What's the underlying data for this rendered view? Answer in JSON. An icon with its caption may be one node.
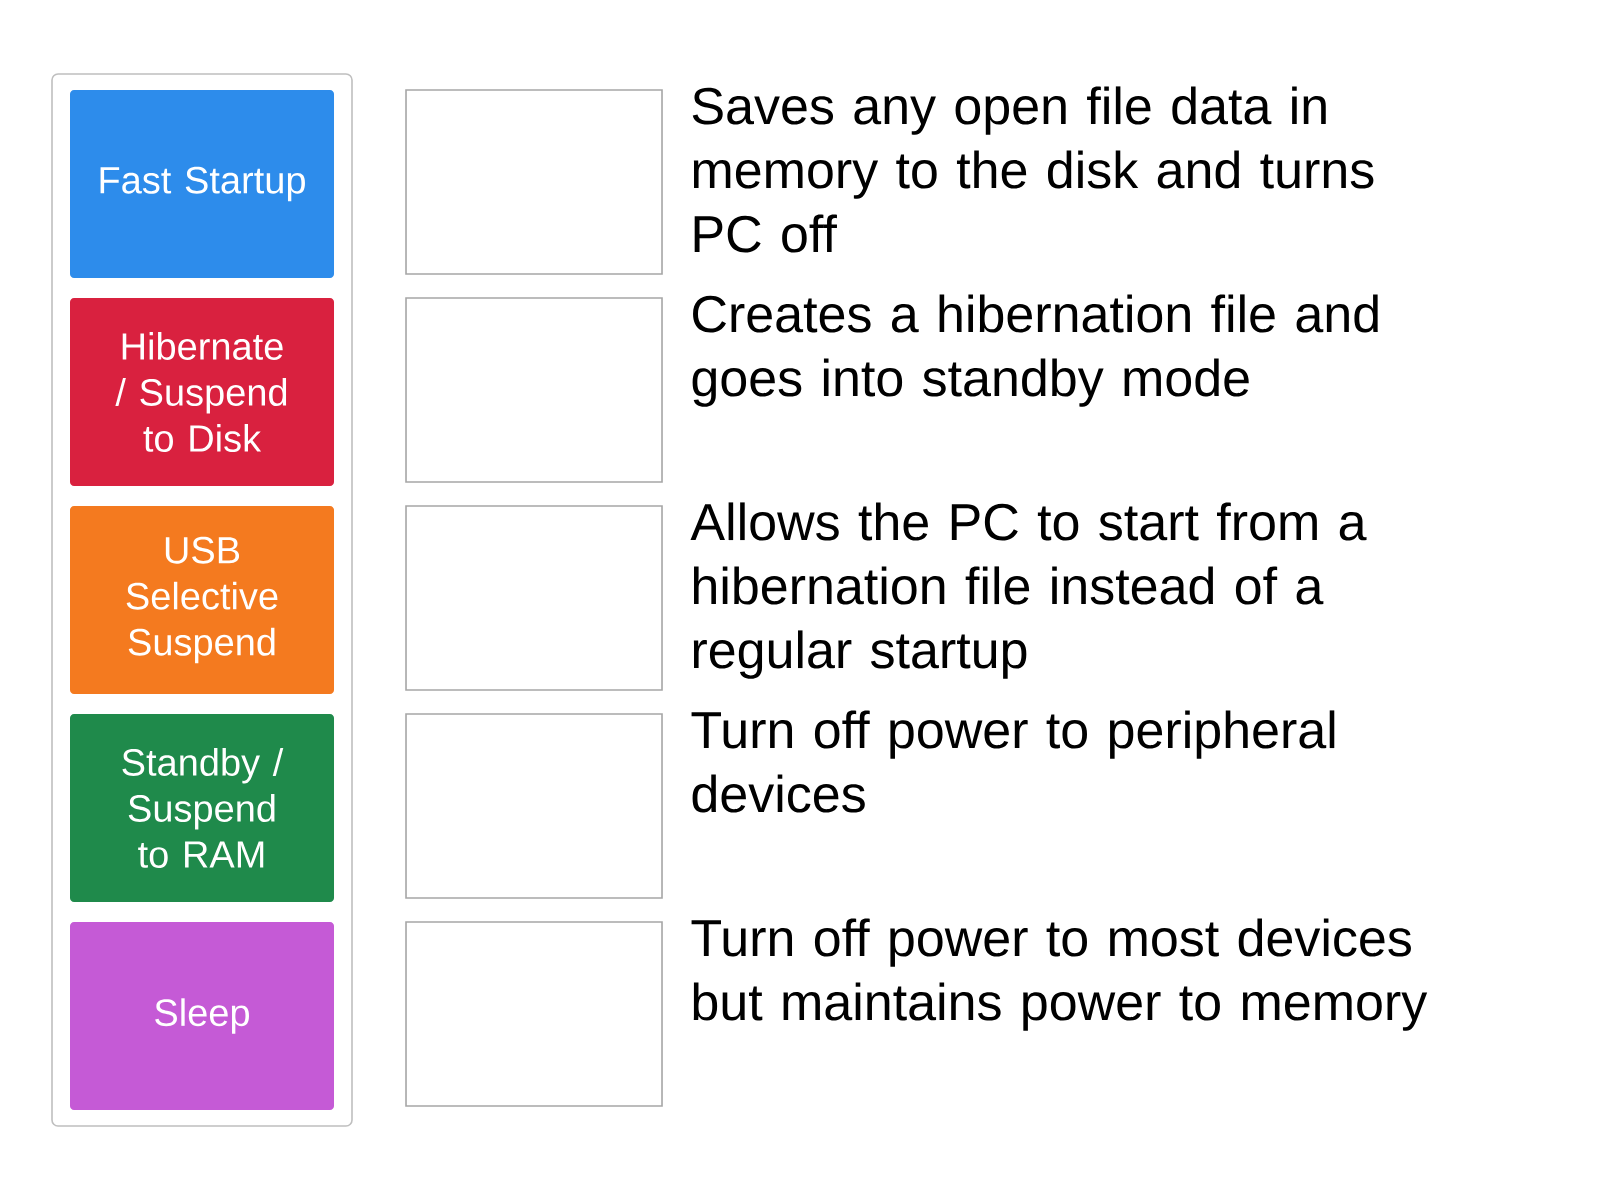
{
  "diagram": {
    "nodes": [
      {
        "text": [],
        "shape": "box"
      },
      {
        "text": [
          "Fast Startup"
        ],
        "in": 0
      },
      {
        "text": [
          "Hibernate / Suspend to Disk"
        ],
        "in": 0
      },
      {
        "text": [
          "USB Selective Suspend"
        ],
        "in": 0
      },
      {
        "text": [
          "Standby / Suspend to RAM"
        ],
        "in": 0
      },
      {
        "text": [
          "Sleep"
        ],
        "in": 0
      },
      {
        "text": [],
        "shape": "box",
        "beside": [
          "Saves any open file data in memory to the disk and turns PC off"
        ]
      },
      {
        "text": [],
        "shape": "box",
        "beside": [
          "Creates a hibernation file and goes into standby mode"
        ]
      },
      {
        "text": [],
        "shape": "box",
        "beside": [
          "Allows the PC to start from a hibernation file instead of a regular startup"
        ]
      },
      {
        "text": [],
        "shape": "box",
        "beside": [
          "Turn off power to peripheral devices"
        ]
      },
      {
        "text": [],
        "shape": "box",
        "beside": [
          "Turn off power to most devices but maintains power to memory"
        ]
      }
    ],
    "edges": []
  }
}
